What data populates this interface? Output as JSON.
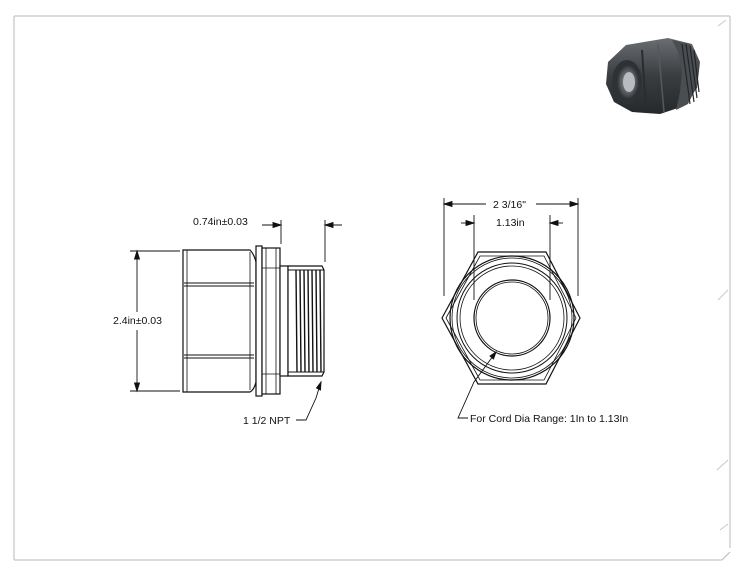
{
  "dimensions": {
    "length": "0.74in±0.03",
    "height": "2.4in±0.03",
    "thread": "1 1/2 NPT",
    "across_corners": "2 3/16\"",
    "bore": "1.13in"
  },
  "notes": {
    "cord_range": "For Cord Dia Range: 1In to 1.13In"
  },
  "colors": {
    "line": "#111111",
    "thumbnail_body": "#3a3d40",
    "border": "#aaaaaa"
  }
}
